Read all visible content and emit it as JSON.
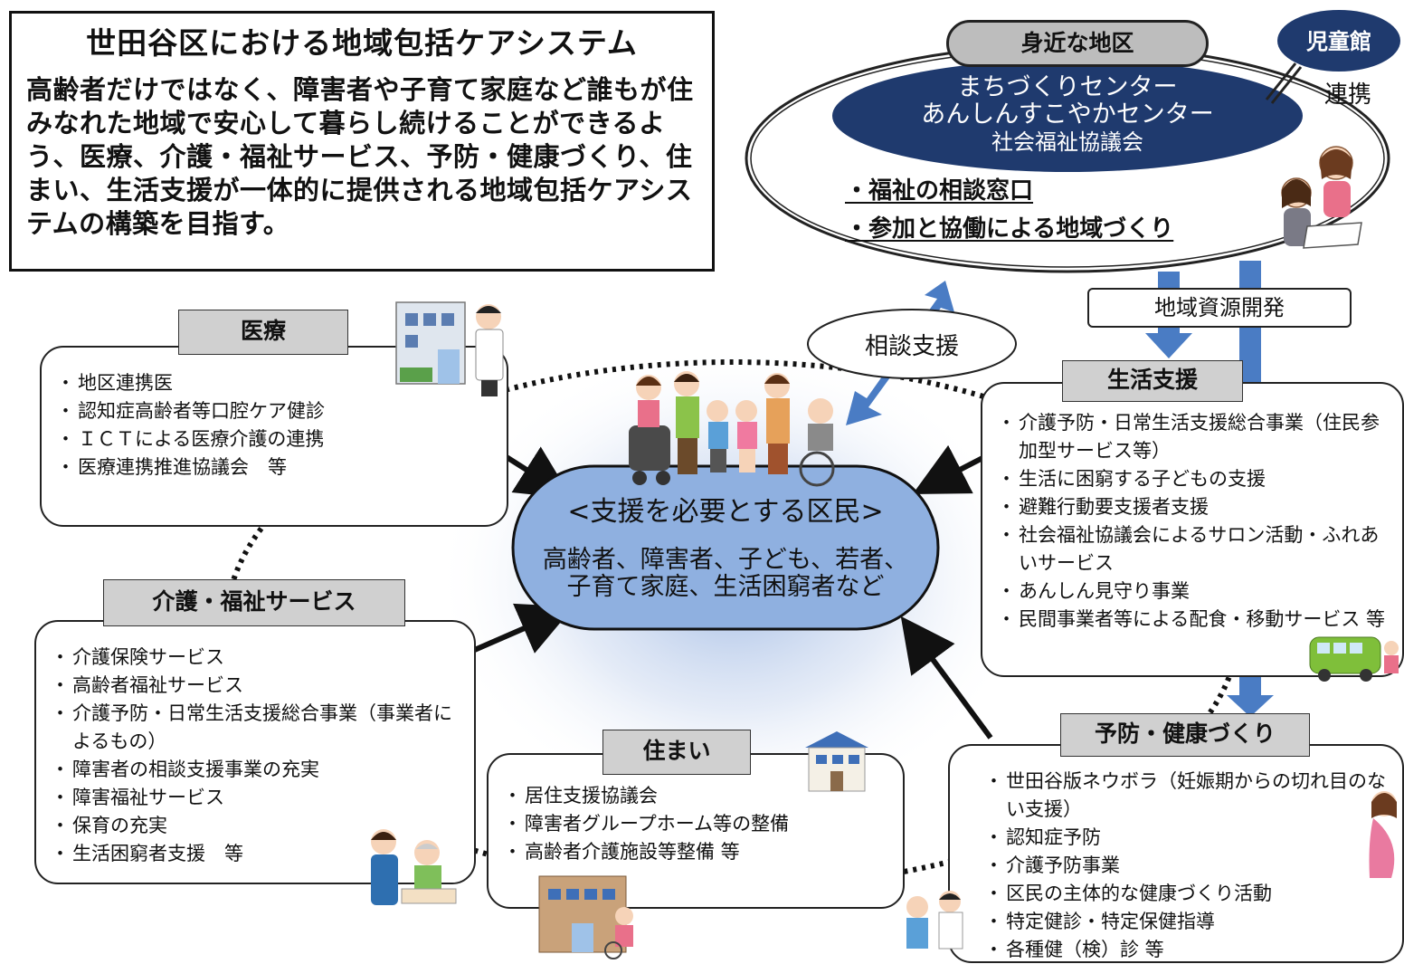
{
  "intro": {
    "title": "世田谷区における地域包括ケアシステム",
    "body": "高齢者だけではなく、障害者や子育て家庭など誰もが住みなれた地域で安心して暮らし続けることができるよう、医療、介護・福祉サービス、予防・健康づくり、住まい、生活支援が一体的に提供される地域包括ケアシステムの構築を目指す。"
  },
  "district": {
    "label": "身近な地区",
    "jidokan": "児童館",
    "renkei": "連携",
    "centers": [
      "まちづくりセンター",
      "あんしんすこやかセンター",
      "社会福祉協議会"
    ],
    "items": [
      "・福祉の相談窓口",
      "・参加と協働による地域づくり"
    ]
  },
  "arrows": {
    "soudan": "相談支援",
    "shigen": "地域資源開発"
  },
  "center": {
    "title": "<支援を必要とする区民>",
    "body": [
      "高齢者、障害者、子ども、若者、",
      "子育て家庭、生活困窮者など"
    ]
  },
  "iryo": {
    "label": "医療",
    "items": [
      "地区連携医",
      "認知症高齢者等口腔ケア健診",
      "ＩＣＴによる医療介護の連携",
      "医療連携推進協議会　等"
    ]
  },
  "kaigo": {
    "label": "介護・福祉サービス",
    "items": [
      "介護保険サービス",
      "高齢者福祉サービス",
      "介護予防・日常生活支援総合事業（事業者によるもの）",
      "障害者の相談支援事業の充実",
      "障害福祉サービス",
      "保育の充実",
      "生活困窮者支援　等"
    ]
  },
  "sumai": {
    "label": "住まい",
    "items": [
      "居住支援協議会",
      "障害者グループホーム等の整備",
      "高齢者介護施設等整備 等"
    ]
  },
  "seikatsu": {
    "label": "生活支援",
    "items": [
      "介護予防・日常生活支援総合事業（住民参加型サービス等）",
      "生活に困窮する子どもの支援",
      "避難行動要支援者支援",
      "社会福祉協議会によるサロン活動・ふれあいサービス",
      "あんしん見守り事業",
      "民間事業者等による配食・移動サービス 等"
    ]
  },
  "yobo": {
    "label": "予防・健康づくり",
    "items": [
      "世田谷版ネウボラ（妊娠期からの切れ目のない支援）",
      "認知症予防",
      "介護予防事業",
      "区民の主体的な健康づくり活動",
      "特定健診・特定保健指導",
      "各種健（検）診 等"
    ]
  },
  "colors": {
    "navy": "#1f3a6e",
    "blue_arrow": "#4a7cc4",
    "center_fill": "#8fb0e0",
    "label_gray": "#d0d0d0"
  }
}
